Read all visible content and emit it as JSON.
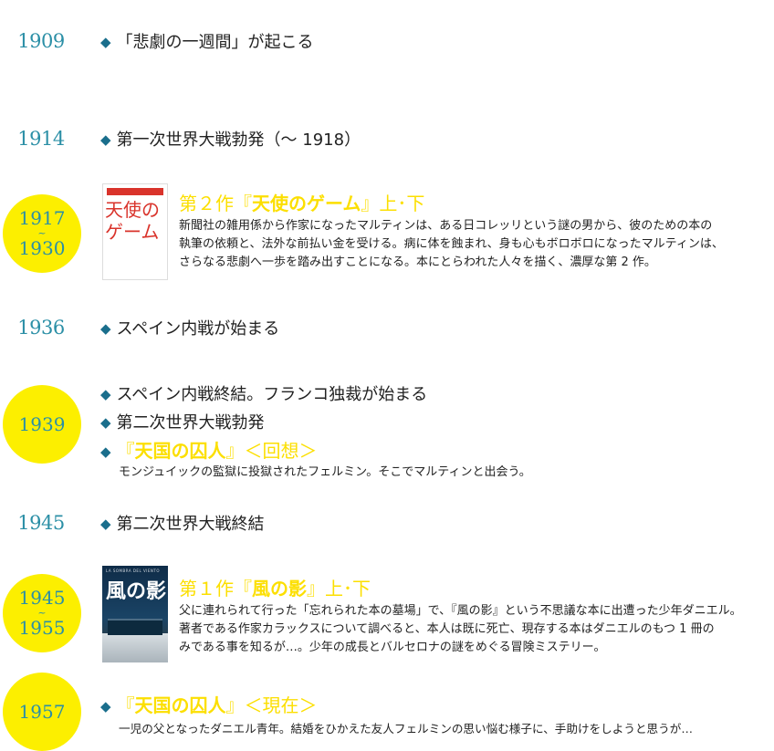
{
  "timeline": [
    {
      "year": "1909",
      "events": [
        "「悲劇の一週間」が起こる"
      ]
    },
    {
      "year": "1914",
      "events": [
        "第一次世界大戦勃発（〜 1918）"
      ]
    },
    {
      "year_start": "1917",
      "year_sep": "~",
      "year_end": "1930",
      "book": {
        "prefix": "第２作『",
        "title": "天使のゲーム",
        "suffix": "』上･下",
        "cover_title": "天使のゲーム",
        "description": [
          "新聞社の雑用係から作家になったマルティンは、ある日コレッリという謎の男から、彼のための本の",
          "執筆の依頼と、法外な前払い金を受ける。病に体を蝕まれ、身も心もボロボロになったマルティンは、",
          "さらなる悲劇へ一歩を踏み出すことになる。本にとらわれた人々を描く、濃厚な第 2 作。"
        ]
      }
    },
    {
      "year": "1936",
      "events": [
        "スペイン内戦が始まる"
      ]
    },
    {
      "year": "1939",
      "events": [
        "スペイン内戦終結。フランコ独裁が始まる",
        "第二次世界大戦勃発"
      ],
      "book": {
        "prefix": "『",
        "title": "天国の囚人",
        "suffix": "』＜回想＞",
        "description": [
          "モンジュイックの監獄に投獄されたフェルミン。そこでマルティンと出会う。"
        ]
      }
    },
    {
      "year": "1945",
      "events": [
        "第二次世界大戦終結"
      ]
    },
    {
      "year_start": "1945",
      "year_sep": "~",
      "year_end": "1955",
      "book": {
        "prefix": "第１作『",
        "title": "風の影",
        "suffix": "』上･下",
        "cover_title": "風の影",
        "cover_top": "LA SOMBRA DEL VIENTO",
        "description": [
          "父に連れられて行った「忘れられた本の墓場」で、『風の影』という不思議な本に出遭った少年ダニエル。",
          "著者である作家カラックスについて調べると、本人は既に死亡、現存する本はダニエルのもつ 1 冊の",
          "みである事を知るが…。少年の成長とバルセロナの謎をめぐる冒険ミステリー。"
        ]
      }
    },
    {
      "year": "1957",
      "book": {
        "prefix": "『",
        "title": "天国の囚人",
        "suffix": "』＜現在＞",
        "description": [
          "一児の父となったダニエル青年。結婚をひかえた友人フェルミンの思い悩む様子に、手助けをしようと思うが…"
        ]
      }
    }
  ],
  "bullet_icon": "diamond-icon",
  "colors": {
    "year": "#2b8fa6",
    "circle": "#fcef00",
    "highlight": "#fcdf00",
    "bullet": "#1a6e8c"
  }
}
